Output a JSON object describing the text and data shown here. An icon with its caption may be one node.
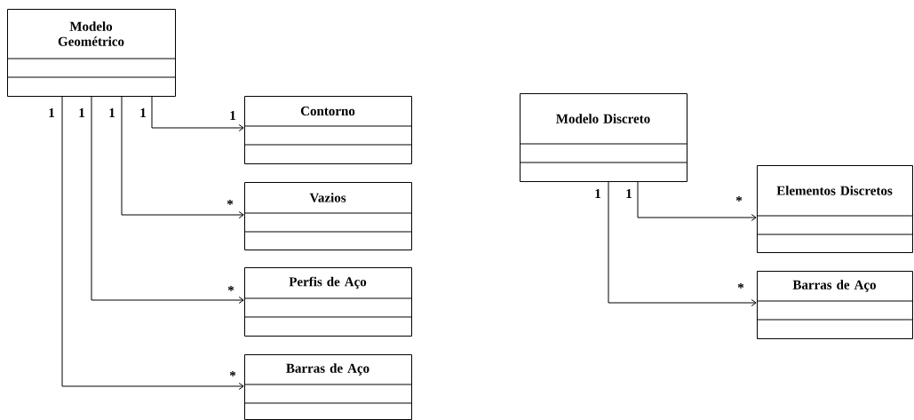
{
  "diagram": {
    "nodes": [
      {
        "text": [
          "Modelo Geométrico"
        ]
      },
      {
        "text": [
          "Contorno"
        ]
      },
      {
        "text": [
          "Vazios"
        ]
      },
      {
        "text": [
          "Perfis de Aço"
        ]
      },
      {
        "text": [
          "Barras de Aço"
        ]
      },
      {
        "text": [
          "Modelo Discreto"
        ]
      },
      {
        "text": [
          "Elementos Discretos"
        ]
      },
      {
        "text": [
          "Barras de Aço"
        ]
      }
    ],
    "edges": [
      {
        "from": 0,
        "to": 1,
        "arrow": "to"
      },
      {
        "from": 0,
        "to": 2,
        "arrow": "to"
      },
      {
        "from": 0,
        "to": 3,
        "arrow": "to"
      },
      {
        "from": 0,
        "to": 4,
        "arrow": "to"
      },
      {
        "from": 5,
        "to": 6,
        "arrow": "to"
      },
      {
        "from": 5,
        "to": 7,
        "arrow": "to"
      }
    ],
    "labels": [
      "1",
      "1",
      "1",
      "1",
      "1",
      "1",
      "1",
      "*",
      "*",
      "*",
      "*",
      "*"
    ]
  }
}
